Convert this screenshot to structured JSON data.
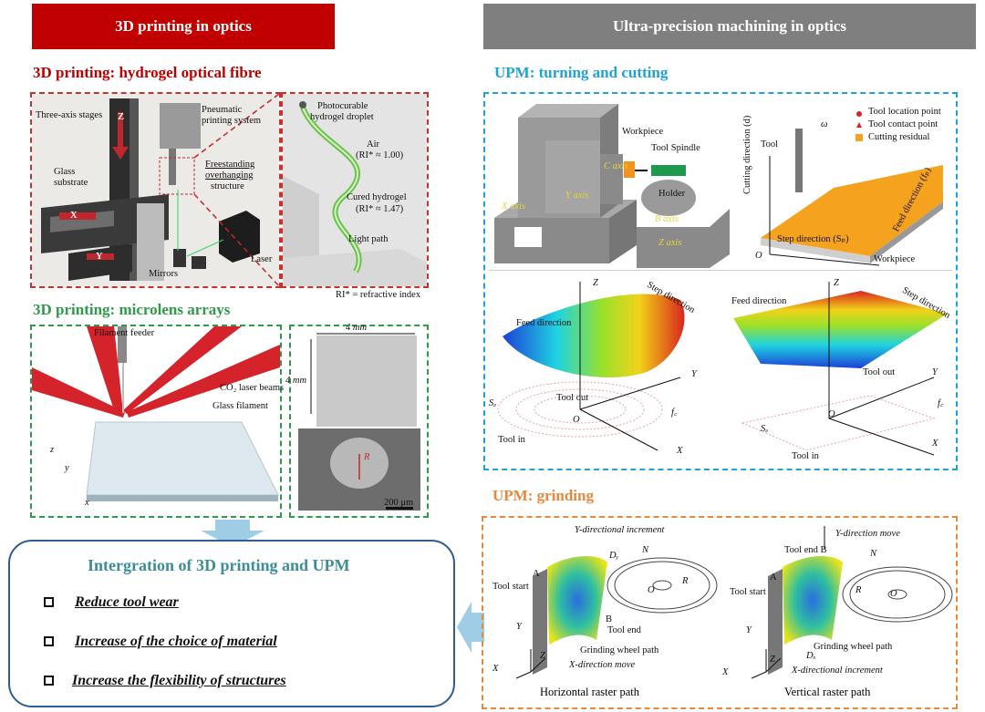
{
  "left_banner": "3D printing in optics",
  "right_banner": "Ultra-precision machining in optics",
  "colors": {
    "red": "#c00000",
    "gray": "#7f7f7f",
    "green": "#2e9a4a",
    "blue": "#1ea2d8",
    "orange": "#e8883a",
    "teal": "#3d8d99",
    "panel_border": "#2e5d8f"
  },
  "hydrogel": {
    "title": "3D printing: hydrogel optical fibre",
    "labels": {
      "stages": "Three-axis stages",
      "pneumatic1": "Pneumatic",
      "pneumatic2": "printing system",
      "z": "Z",
      "glass1": "Glass",
      "glass2": "substrate",
      "free1": "Freestanding",
      "free2": "overhanging",
      "free3": "structure",
      "x": "X",
      "y": "Y",
      "mirrors": "Mirrors",
      "laser": "Laser",
      "photo1": "Photocurable",
      "photo2": "hydrogel droplet",
      "air1": "Air",
      "air2": "(RI* ≈ 1.00)",
      "cured1": "Cured hydrogel",
      "cured2": "(RI* ≈ 1.47)",
      "lightpath": "Light path",
      "ri_note": "RI* = refractive index"
    }
  },
  "microlens": {
    "title": "3D printing: microlens arrays",
    "labels": {
      "feeder": "Filament feeder",
      "co2": "CO₂ laser beams",
      "glassfil": "Glass filament",
      "z": "z",
      "y": "y",
      "x": "x",
      "mm_top": "4 mm",
      "mm_side": "4 mm",
      "r": "R",
      "scale": "200 μm"
    }
  },
  "integration": {
    "title": "Intergration of 3D printing and UPM",
    "items": [
      "Reduce tool wear",
      "Increase of the choice of material",
      "Increase the flexibility of structures"
    ]
  },
  "turning": {
    "title": "UPM: turning and cutting",
    "labels": {
      "workpiece": "Workpiece",
      "spindle": "Tool Spindle",
      "holder": "Holder",
      "caxis": "C axis",
      "yaxis": "Y axis",
      "xaxis": "X axis",
      "baxis": "B axis",
      "zaxis": "Z axis",
      "omega": "ω",
      "tool": "Tool",
      "tlp": "Tool location point",
      "tcp": "Tool contact point",
      "residual": "Cutting residual",
      "cutdir": "Cutting direction (d)",
      "feeddir": "Feed direction (fₚ)",
      "stepdir": "Step direction (Sₚ)",
      "o": "O",
      "wp": "Workpiece"
    },
    "left3d": {
      "z": "Z",
      "y": "Y",
      "x": "X",
      "o": "O",
      "feed": "Feed direction",
      "step": "Step direction",
      "toolout": "Tool out",
      "toolin": "Tool in",
      "sd": "Sₔ",
      "fc": "f꜀"
    },
    "right3d": {
      "z": "Z",
      "y": "Y",
      "x": "X",
      "o": "O",
      "feed": "Feed direction",
      "step": "Step direction",
      "toolout": "Tool out",
      "toolin": "Tool in",
      "sd": "Sₔ",
      "fc": "f꜀"
    }
  },
  "grinding": {
    "title": "UPM: grinding",
    "left": {
      "yinc": "Y-directional increment",
      "dy": "Dᵧ",
      "n": "N",
      "a": "A",
      "toolstart": "Tool start",
      "b": "B",
      "toolend": "Tool end",
      "r": "R",
      "o": "O",
      "wheel": "Grinding wheel path",
      "xmove": "X-direction move",
      "y": "Y",
      "z": "Z",
      "x": "X",
      "caption": "Horizontal raster path"
    },
    "right": {
      "ymove": "Y-direction move",
      "n": "N",
      "toolendb": "Tool end B",
      "a": "A",
      "toolstart": "Tool start",
      "r": "R",
      "o": "O",
      "wheel": "Grinding wheel path",
      "dx": "Dₓ",
      "xinc": "X-directional increment",
      "y": "Y",
      "z": "Z",
      "x": "X",
      "caption": "Vertical raster path"
    }
  }
}
